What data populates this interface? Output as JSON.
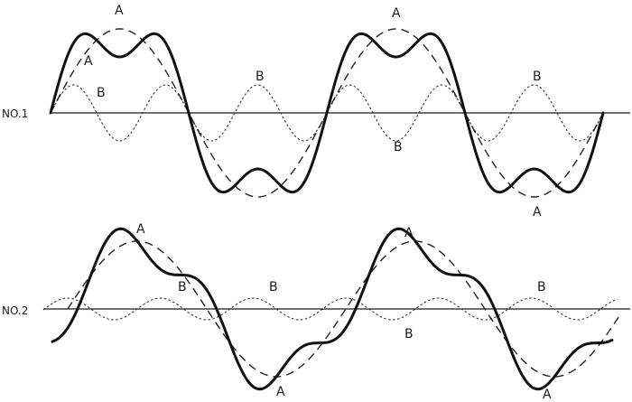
{
  "diagrams": [
    {
      "id": "no1",
      "label": "NO.1",
      "curve_labels": [
        "A",
        "A",
        "B",
        "A",
        "B",
        "B",
        "B",
        "A"
      ],
      "legend": {
        "fundamental": "A",
        "harmonic": "B"
      },
      "harmonic_order": 3,
      "harmonic_phase_deg": 0
    },
    {
      "id": "no2",
      "label": "NO.2",
      "curve_labels": [
        "A",
        "B",
        "B",
        "A",
        "B",
        "B",
        "A",
        "A"
      ],
      "legend": {
        "fundamental": "A",
        "harmonic": "B"
      },
      "harmonic_order": 3,
      "harmonic_phase_deg": 90
    }
  ],
  "colors": {
    "ink": "#111111",
    "paper": "#ffffff"
  }
}
